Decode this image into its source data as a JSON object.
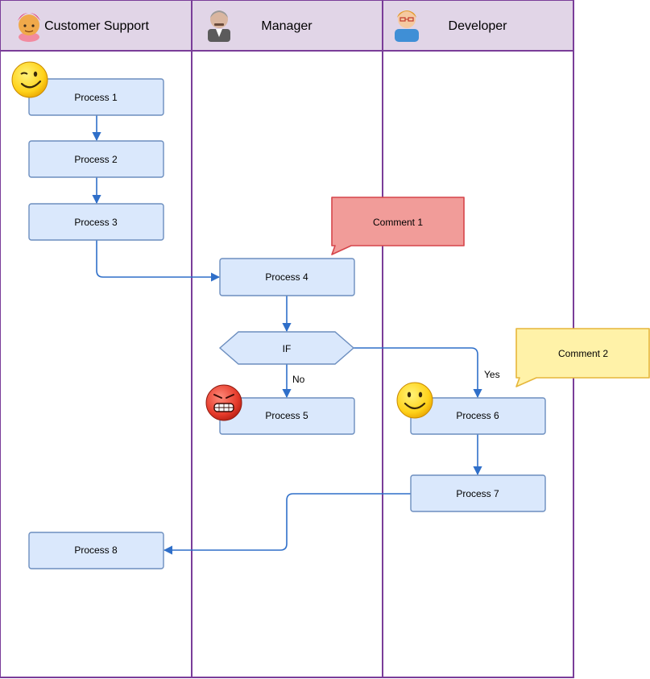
{
  "colors": {
    "lane_border": "#7a3d99",
    "lane_header": "#e1d5e7",
    "process_fill": "#dae8fc",
    "process_stroke": "#6c8ebf",
    "edge": "#2f6fc9",
    "comment1_fill": "#f19c99",
    "comment1_stroke": "#d6454a",
    "comment2_fill": "#fff2a8",
    "comment2_stroke": "#e6b63a"
  },
  "lanes": [
    {
      "title": "Customer Support",
      "icon": "customer-support-avatar-icon"
    },
    {
      "title": "Manager",
      "icon": "manager-avatar-icon"
    },
    {
      "title": "Developer",
      "icon": "developer-avatar-icon"
    }
  ],
  "nodes": {
    "p1": "Process 1",
    "p2": "Process 2",
    "p3": "Process 3",
    "p4": "Process 4",
    "decision": "IF",
    "p5": "Process 5",
    "p6": "Process 6",
    "p7": "Process 7",
    "p8": "Process 8"
  },
  "comments": {
    "c1": "Comment 1",
    "c2": "Comment 2"
  },
  "edge_labels": {
    "no": "No",
    "yes": "Yes"
  },
  "emojis": [
    "winking-face-icon",
    "angry-face-icon",
    "smiling-face-icon"
  ]
}
